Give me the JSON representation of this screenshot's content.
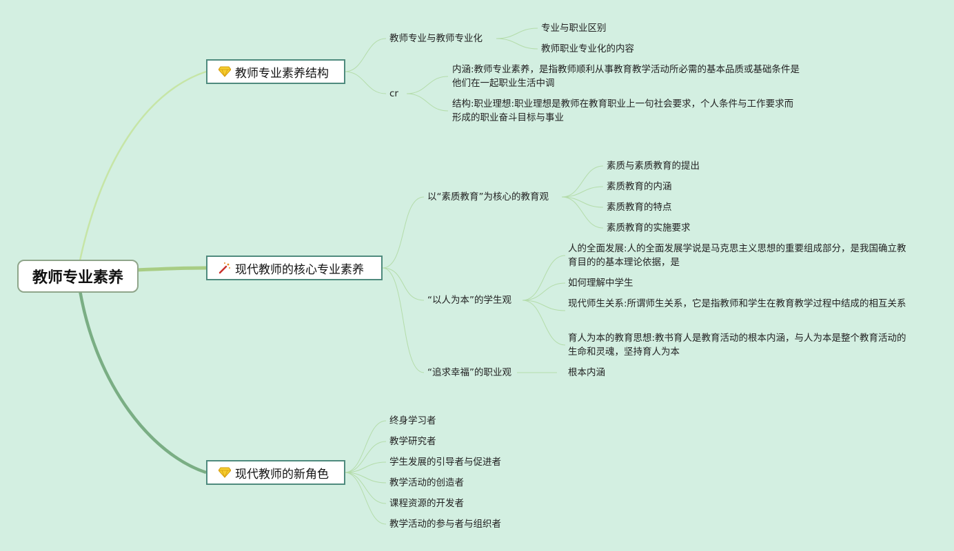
{
  "root": {
    "label": "教师专业素养"
  },
  "branch1": {
    "label": "教师专业素养结构",
    "icon": "gem-icon",
    "child1": {
      "label": "教师专业与教师专业化",
      "items": [
        "专业与职业区别",
        "教师职业专业化的内容"
      ]
    },
    "child2": {
      "label": "cr",
      "items": [
        "内涵:教师专业素养，是指教师顺利从事教育教学活动所必需的基本品质或基础条件是他们在一起职业生活中调",
        "结构:职业理想:职业理想是教师在教育职业上一句社会要求，个人条件与工作要求而形成的职业奋斗目标与事业"
      ]
    }
  },
  "branch2": {
    "label": "现代教师的核心专业素养",
    "icon": "magic-wand-icon",
    "child1": {
      "label": "以“素质教育”为核心的教育观",
      "items": [
        "素质与素质教育的提出",
        "素质教育的内涵",
        "素质教育的特点",
        "素质教育的实施要求"
      ]
    },
    "child2": {
      "label": "“以人为本”的学生观",
      "items": [
        "人的全面发展:人的全面发展学说是马克思主义思想的重要组成部分，是我国确立教育目的的基本理论依据，是",
        "如何理解中学生",
        "现代师生关系:所谓师生关系，它是指教师和学生在教育教学过程中结成的相互关系",
        "育人为本的教育思想:教书育人是教育活动的根本内涵，与人为本是整个教育活动的生命和灵魂，坚持育人为本"
      ]
    },
    "child3": {
      "label": "“追求幸福”的职业观",
      "items": [
        "根本内涵"
      ]
    }
  },
  "branch3": {
    "label": "现代教师的新角色",
    "icon": "gem-icon",
    "items": [
      "终身学习者",
      "教学研究者",
      "学生发展的引导者与促进者",
      "教学活动的创造者",
      "课程资源的开发者",
      "教学活动的参与者与组织者"
    ]
  },
  "colors": {
    "background": "#d3efe1",
    "branch1_line": "#c6e5a6",
    "branch2_line": "#a8cd84",
    "branch3_line": "#7aae84",
    "sub_line": "#b4dcaa",
    "box_border": "#4e8a7d"
  }
}
